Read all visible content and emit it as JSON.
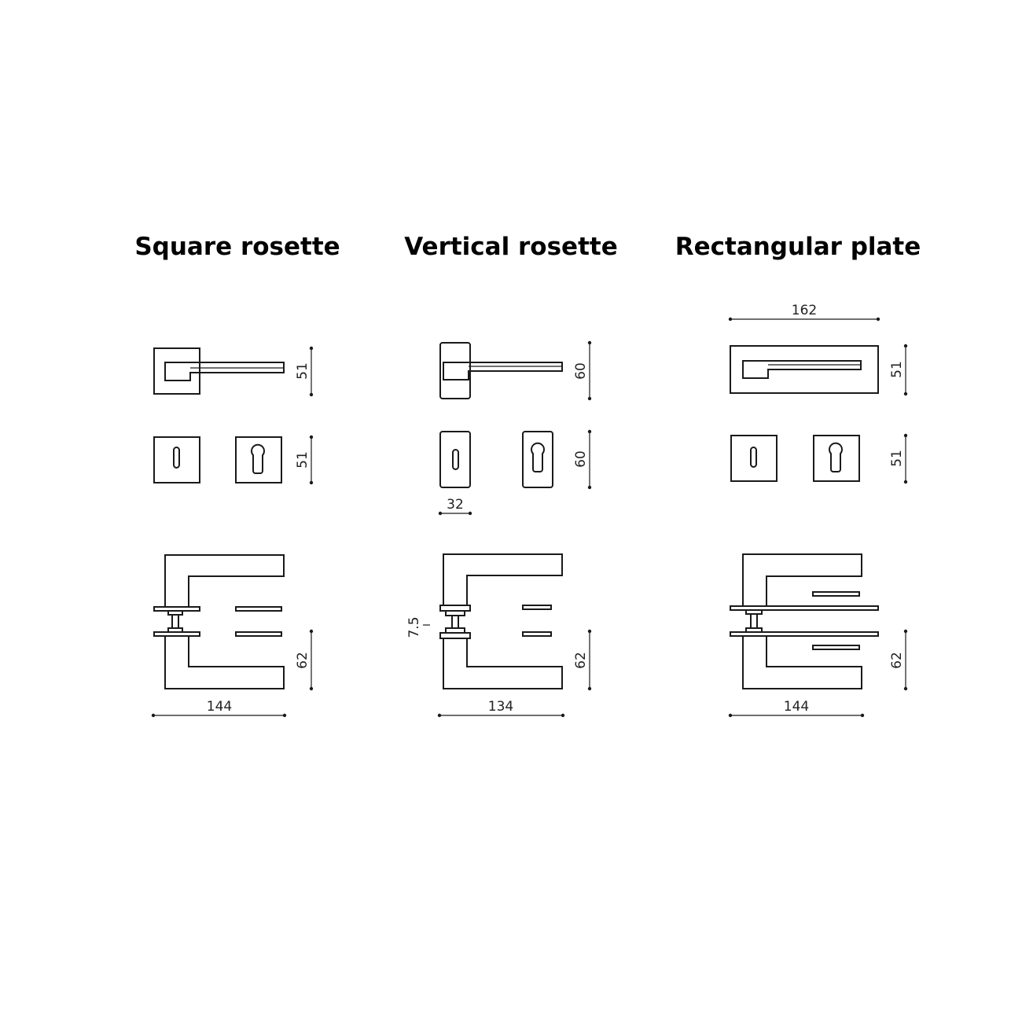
{
  "columns": [
    {
      "title": "Square rosette",
      "dimensions": {
        "top_height": "51",
        "keyhole_height": "51",
        "side_height": "62",
        "side_width": "144"
      }
    },
    {
      "title": "Vertical rosette",
      "dimensions": {
        "top_height": "60",
        "keyhole_height": "60",
        "keyhole_width": "32",
        "spacer": "7.5",
        "side_height": "62",
        "side_width": "134"
      }
    },
    {
      "title": "Rectangular plate",
      "dimensions": {
        "plate_width": "162",
        "top_height": "51",
        "keyhole_height": "51",
        "side_height": "62",
        "side_width": "144"
      }
    }
  ],
  "colors": {
    "line": "#1a1a1a",
    "background": "#ffffff"
  }
}
